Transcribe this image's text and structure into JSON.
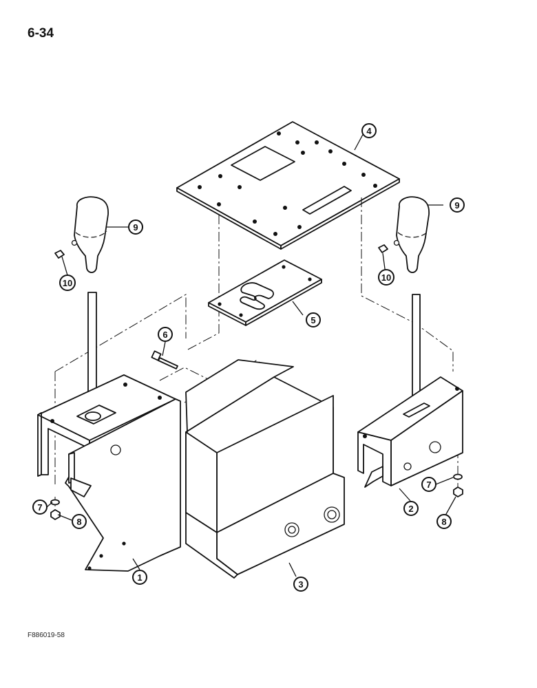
{
  "header": {
    "page_number": "6-34"
  },
  "footer": {
    "figure_code": "F886019-58"
  },
  "callouts": {
    "c1": "1",
    "c2": "2",
    "c3": "3",
    "c4": "4",
    "c5": "5",
    "c6": "6",
    "c7_left": "7",
    "c7_right": "7",
    "c8_left": "8",
    "c8_right": "8",
    "c9_left": "9",
    "c9_right": "9",
    "c10_left": "10",
    "c10_right": "10"
  }
}
